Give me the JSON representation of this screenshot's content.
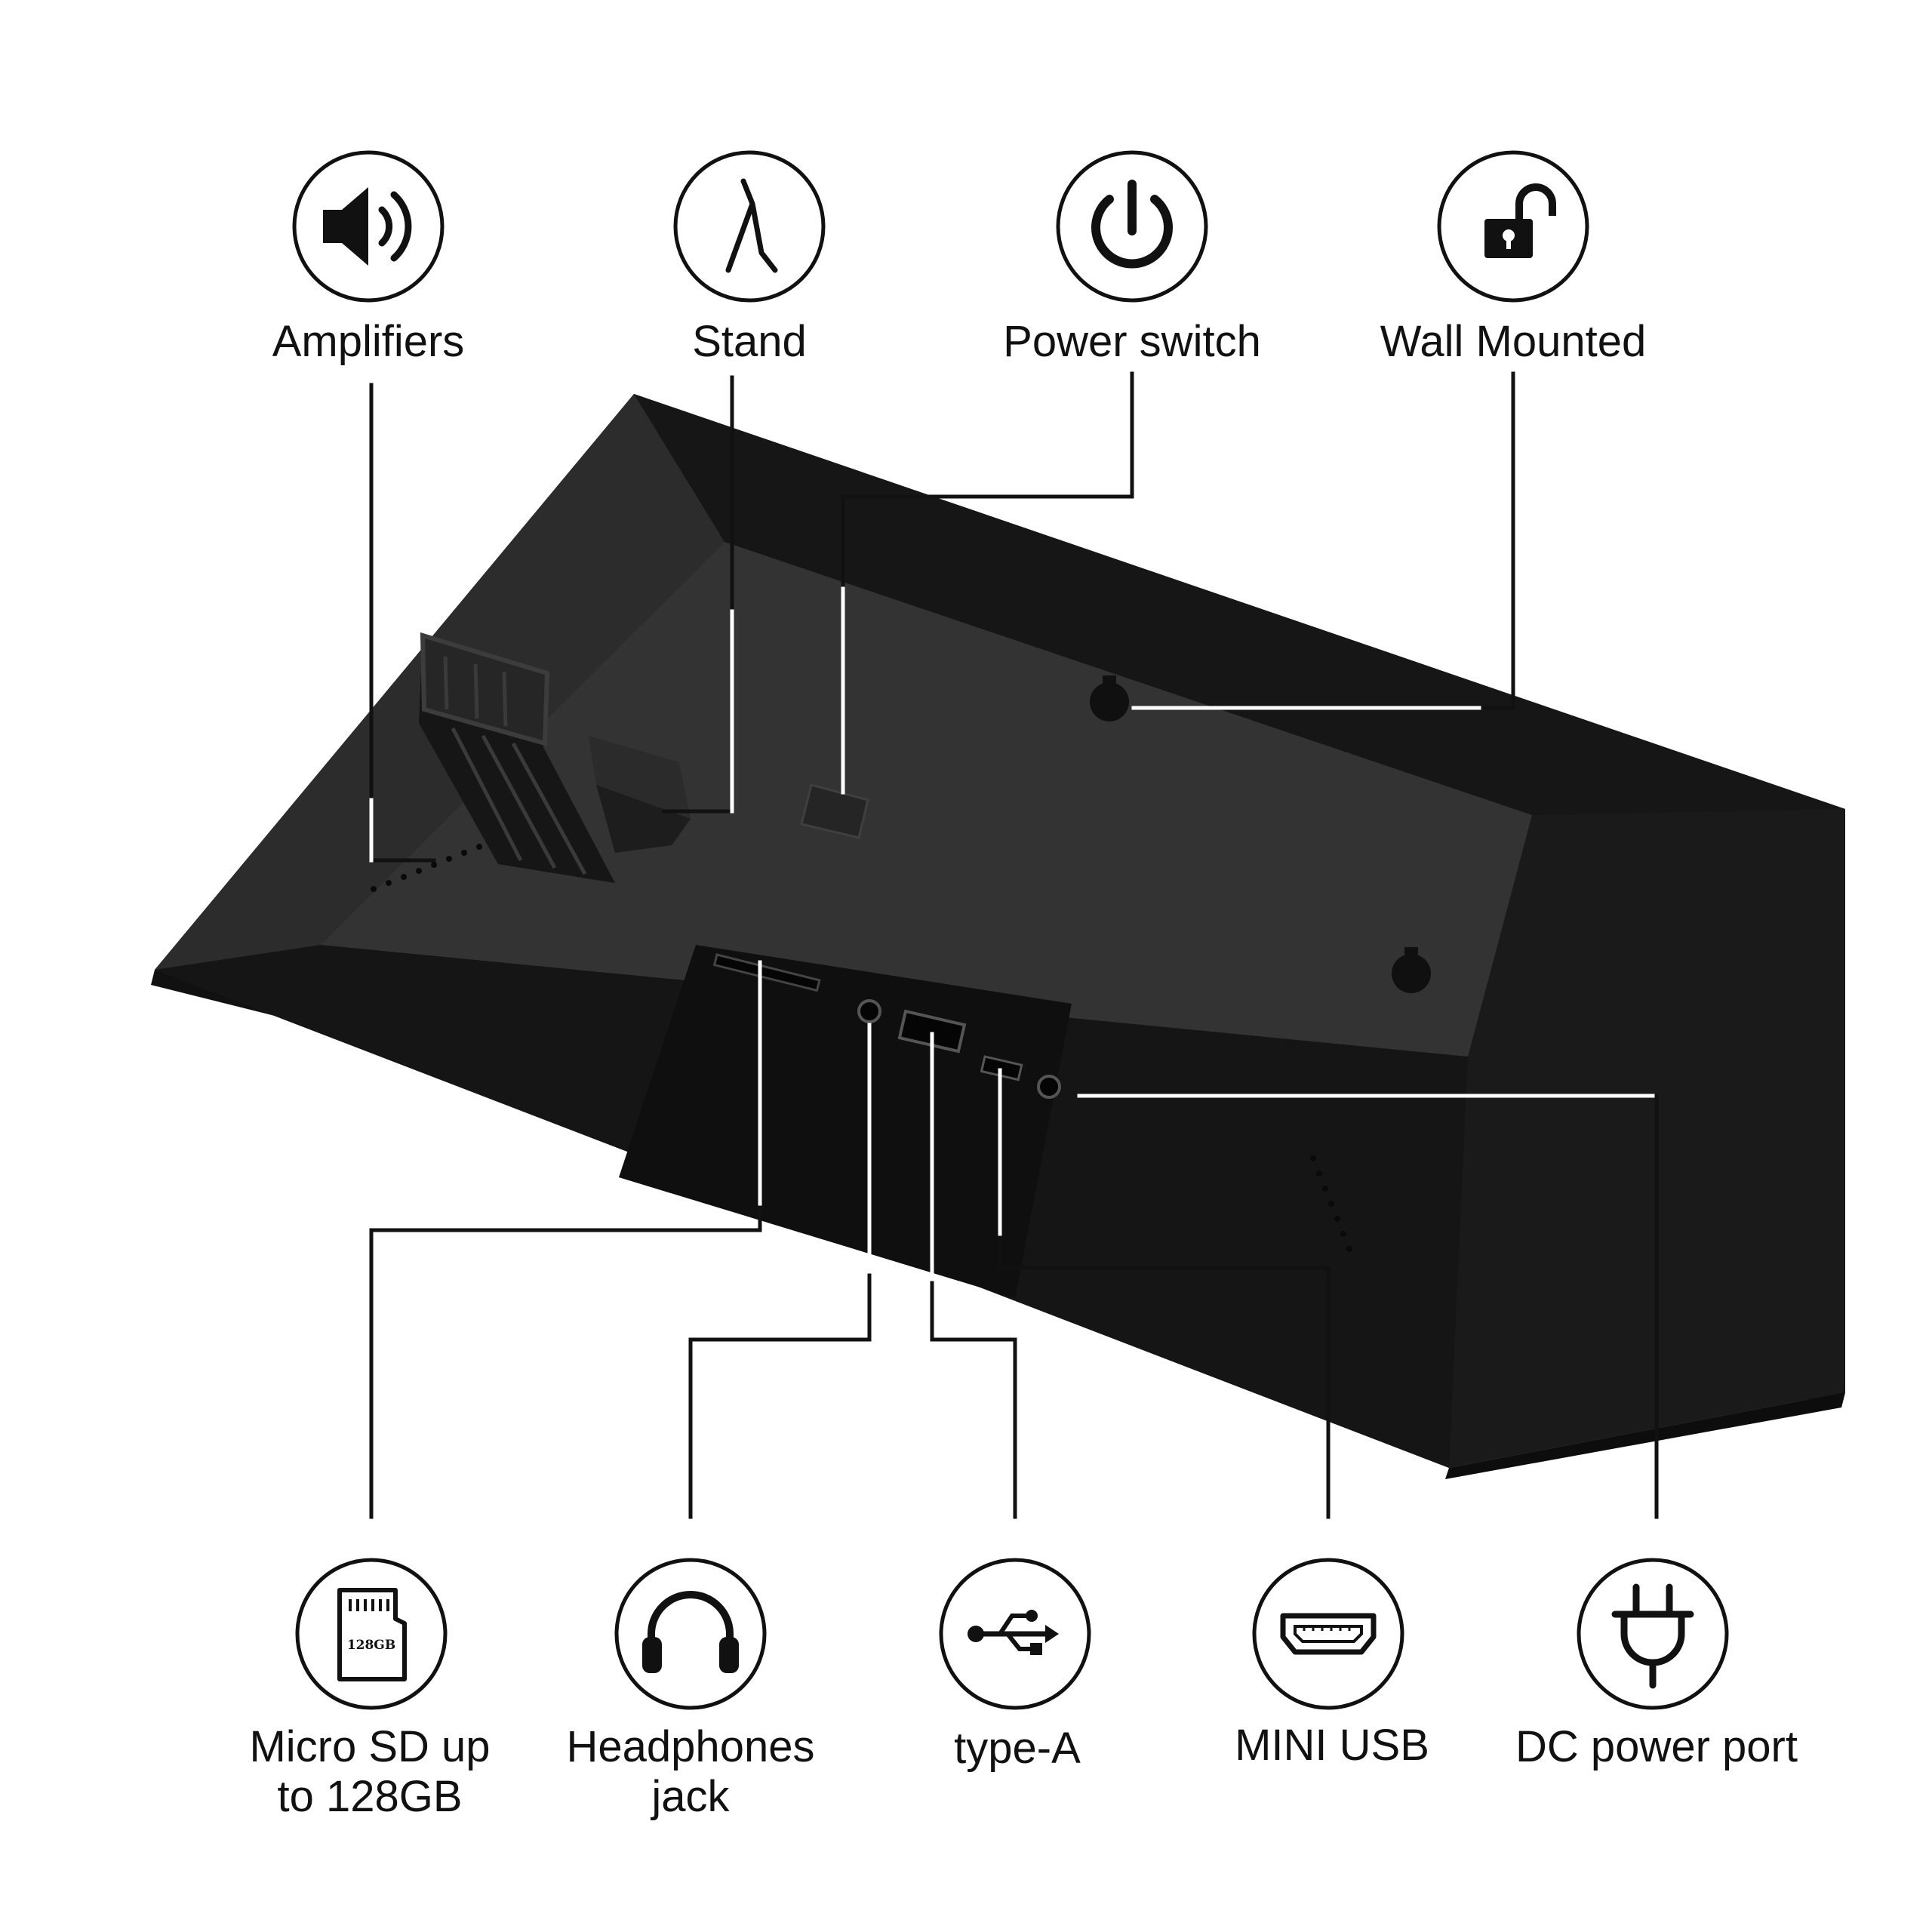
{
  "top_callouts": [
    {
      "id": "amplifiers",
      "label": "Amplifiers",
      "icon": "speaker-icon"
    },
    {
      "id": "stand",
      "label": "Stand",
      "icon": "stand-icon"
    },
    {
      "id": "power-switch",
      "label": "Power switch",
      "icon": "power-icon"
    },
    {
      "id": "wall-mounted",
      "label": "Wall Mounted",
      "icon": "unlock-icon"
    }
  ],
  "bottom_callouts": [
    {
      "id": "micro-sd",
      "line1": "Micro SD up",
      "line2": "to 128GB",
      "icon": "sd-card-icon",
      "icon_text": "128GB"
    },
    {
      "id": "headphones",
      "line1": "Headphones",
      "line2": "jack",
      "icon": "headphones-icon"
    },
    {
      "id": "type-a",
      "line1": "type-A",
      "line2": "",
      "icon": "usb-icon"
    },
    {
      "id": "mini-usb",
      "line1": "MINI USB",
      "line2": "",
      "icon": "hdmi-port-icon"
    },
    {
      "id": "dc-power",
      "line1": "DC power port",
      "line2": "",
      "icon": "plug-icon"
    }
  ],
  "colors": {
    "device": "#232323",
    "device_dark": "#141414",
    "device_light": "#3a3a3a",
    "line": "#111111",
    "leader": "#ffffff"
  }
}
